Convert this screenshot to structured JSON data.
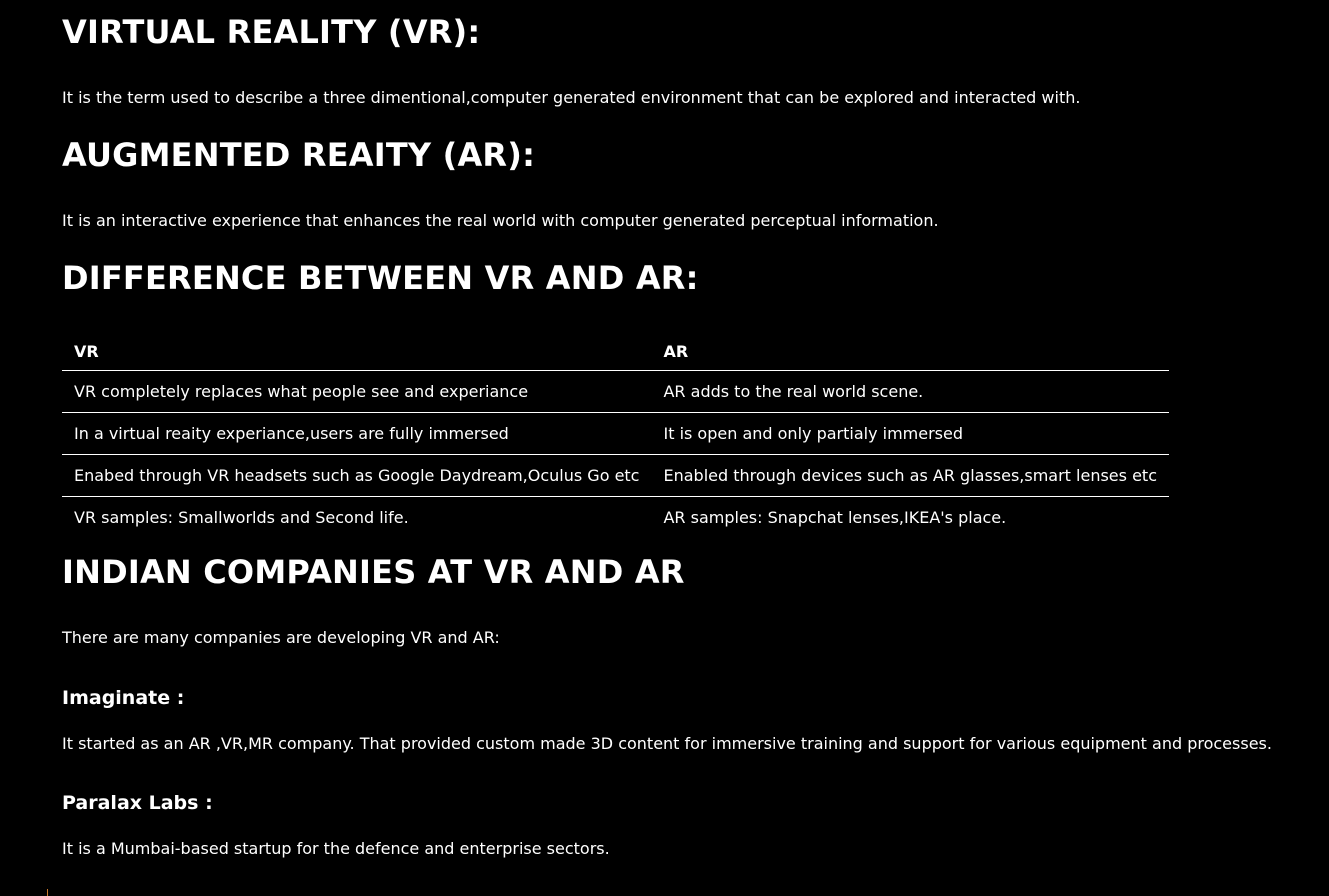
{
  "sections": {
    "vr": {
      "heading": "VIRTUAL REALITY (VR):",
      "text": "It is the term used to describe a three dimentional,computer generated environment that can be explored and interacted with."
    },
    "ar": {
      "heading": "AUGMENTED REAITY (AR):",
      "text": "It is an interactive experience that enhances the real world with computer generated perceptual information."
    },
    "difference": {
      "heading": "DIFFERENCE BETWEEN VR AND AR:",
      "table": {
        "headers": [
          "VR",
          "AR"
        ],
        "rows": [
          [
            "VR completely replaces what people see and experiance",
            "AR adds to the real world scene."
          ],
          [
            "In a virtual reaity experiance,users are fully immersed",
            "It is open and only partialy immersed"
          ],
          [
            "Enabed through VR headsets such as Google Daydream,Oculus Go etc",
            "Enabled through devices such as AR glasses,smart lenses etc"
          ],
          [
            "VR samples: Smallworlds and Second life.",
            "AR samples: Snapchat lenses,IKEA's place."
          ]
        ]
      }
    },
    "indian": {
      "heading": "INDIAN COMPANIES AT VR AND AR",
      "text": "There are many companies are developing VR and AR:",
      "companies": [
        {
          "name": "Imaginate :",
          "text": "It started as an AR ,VR,MR company. That provided custom made 3D content for immersive training and support for various equipment and processes."
        },
        {
          "name": "Paralax Labs :",
          "text": "It is a Mumbai-based startup for the defence and enterprise sectors."
        }
      ]
    }
  },
  "colors": {
    "background": "#000000",
    "text": "#ffffff",
    "caret": "#c8782a"
  }
}
